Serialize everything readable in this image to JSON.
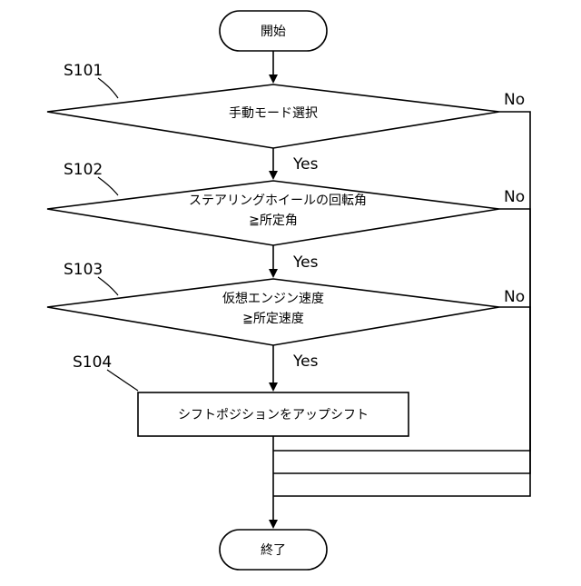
{
  "start": {
    "label": "開始"
  },
  "end": {
    "label": "終了"
  },
  "steps": [
    {
      "id": "S101",
      "lines": [
        "手動モード選択"
      ],
      "yes": "Yes",
      "no": "No"
    },
    {
      "id": "S102",
      "lines": [
        "ステアリングホイールの回転角",
        "≧所定角"
      ],
      "yes": "Yes",
      "no": "No"
    },
    {
      "id": "S103",
      "lines": [
        "仮想エンジン速度",
        "≧所定速度"
      ],
      "yes": "Yes",
      "no": "No"
    },
    {
      "id": "S104",
      "lines": [
        "シフトポジションをアップシフト"
      ]
    }
  ]
}
